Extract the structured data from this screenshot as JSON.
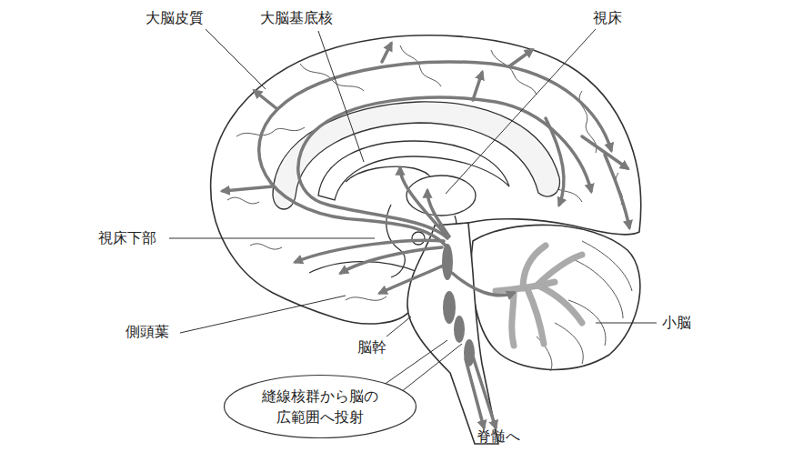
{
  "diagram": {
    "nodes": [
      {
        "text": [
          "縫線核群から脳の 広範囲へ投射"
        ]
      }
    ],
    "labels": [
      "大脳皮質",
      "大脳基底核",
      "視床",
      "視床下部",
      "側頭葉",
      "脳幹",
      "小脳",
      "脊髄へ"
    ]
  }
}
